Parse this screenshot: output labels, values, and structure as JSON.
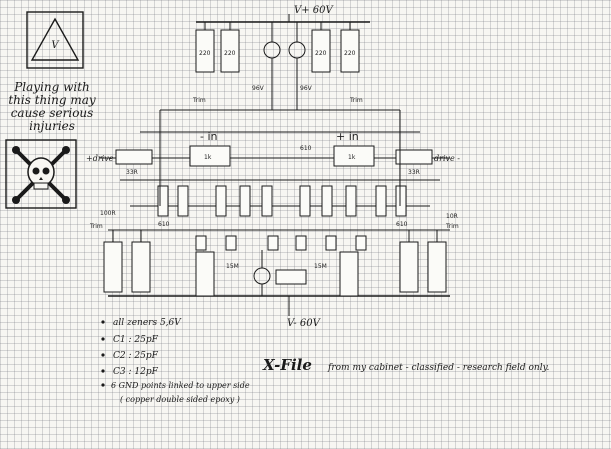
{
  "warning": {
    "triangle_mark": "V",
    "text_lines": [
      "Playing with",
      "this thing may",
      "cause serious",
      "injuries"
    ]
  },
  "rails": {
    "top": "V+ 60V",
    "bottom": "V- 60V"
  },
  "labels": {
    "drive_left": "+drive",
    "drive_right": "drive -",
    "in_left": "- in",
    "in_right": "+ in",
    "ohm_top_left": "96V",
    "ohm_top_right": "96V",
    "res_220": "220",
    "res_1k": "1k",
    "res_100r": "100R",
    "res_10r": "10R",
    "res_610": "610",
    "res_33r": "33R",
    "res_15m": "15M",
    "trim": "Trim"
  },
  "notes": [
    "all zeners 5,6V",
    "C1 : 25pF",
    "C2 : 25pF",
    "C3 : 12pF",
    "6 GND points linked to upper side",
    "( copper double sided epoxy )"
  ],
  "footer": {
    "title": "X-File",
    "subtitle": "from my cabinet - classified - research field only."
  }
}
